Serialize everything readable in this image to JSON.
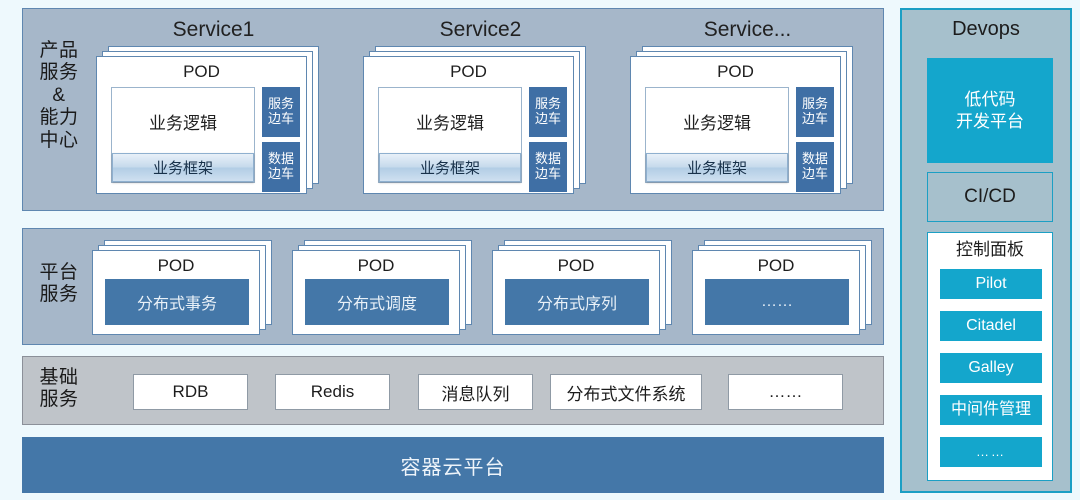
{
  "background": "#eef9fd",
  "colors": {
    "panel": "#a6b7c9",
    "panel_gray": "#bfc4c9",
    "panel_border": "#5f87b0",
    "sidecar": "#3f6fa5",
    "platform_box": "#4477a8",
    "cloud_bar": "#4477a8",
    "devops_panel": "#a6c0cc",
    "devops_accent": "#14a6cc",
    "devops_border": "#1c9fc4"
  },
  "rows": {
    "product": {
      "label": "产品\n服务\n&\n能力\n中心",
      "label_lines": [
        "产品",
        "服务",
        "&",
        "能力",
        "中心"
      ],
      "services": [
        {
          "title": "Service1",
          "pod_label": "POD",
          "business_logic": "业务逻辑",
          "business_framework": "业务框架",
          "sidecars": [
            {
              "line1": "服务",
              "line2": "边车"
            },
            {
              "line1": "数据",
              "line2": "边车"
            }
          ]
        },
        {
          "title": "Service2",
          "pod_label": "POD",
          "business_logic": "业务逻辑",
          "business_framework": "业务框架",
          "sidecars": [
            {
              "line1": "服务",
              "line2": "边车"
            },
            {
              "line1": "数据",
              "line2": "边车"
            }
          ]
        },
        {
          "title": "Service...",
          "pod_label": "POD",
          "business_logic": "业务逻辑",
          "business_framework": "业务框架",
          "sidecars": [
            {
              "line1": "服务",
              "line2": "边车"
            },
            {
              "line1": "数据",
              "line2": "边车"
            }
          ]
        }
      ]
    },
    "platform": {
      "label_lines": [
        "平台",
        "服务"
      ],
      "pods": [
        {
          "pod_label": "POD",
          "service": "分布式事务"
        },
        {
          "pod_label": "POD",
          "service": "分布式调度"
        },
        {
          "pod_label": "POD",
          "service": "分布式序列"
        },
        {
          "pod_label": "POD",
          "service": "……"
        }
      ]
    },
    "infrastructure": {
      "label_lines": [
        "基础",
        "服务"
      ],
      "items": [
        "RDB",
        "Redis",
        "消息队列",
        "分布式文件系统",
        "……"
      ]
    },
    "container_cloud": {
      "label": "容器云平台"
    }
  },
  "devops": {
    "title": "Devops",
    "lowcode": {
      "line1": "低代码",
      "line2": "开发平台"
    },
    "cicd": "CI/CD",
    "control_panel": {
      "title": "控制面板",
      "items": [
        "Pilot",
        "Citadel",
        "Galley",
        "中间件管理",
        "……"
      ]
    }
  }
}
